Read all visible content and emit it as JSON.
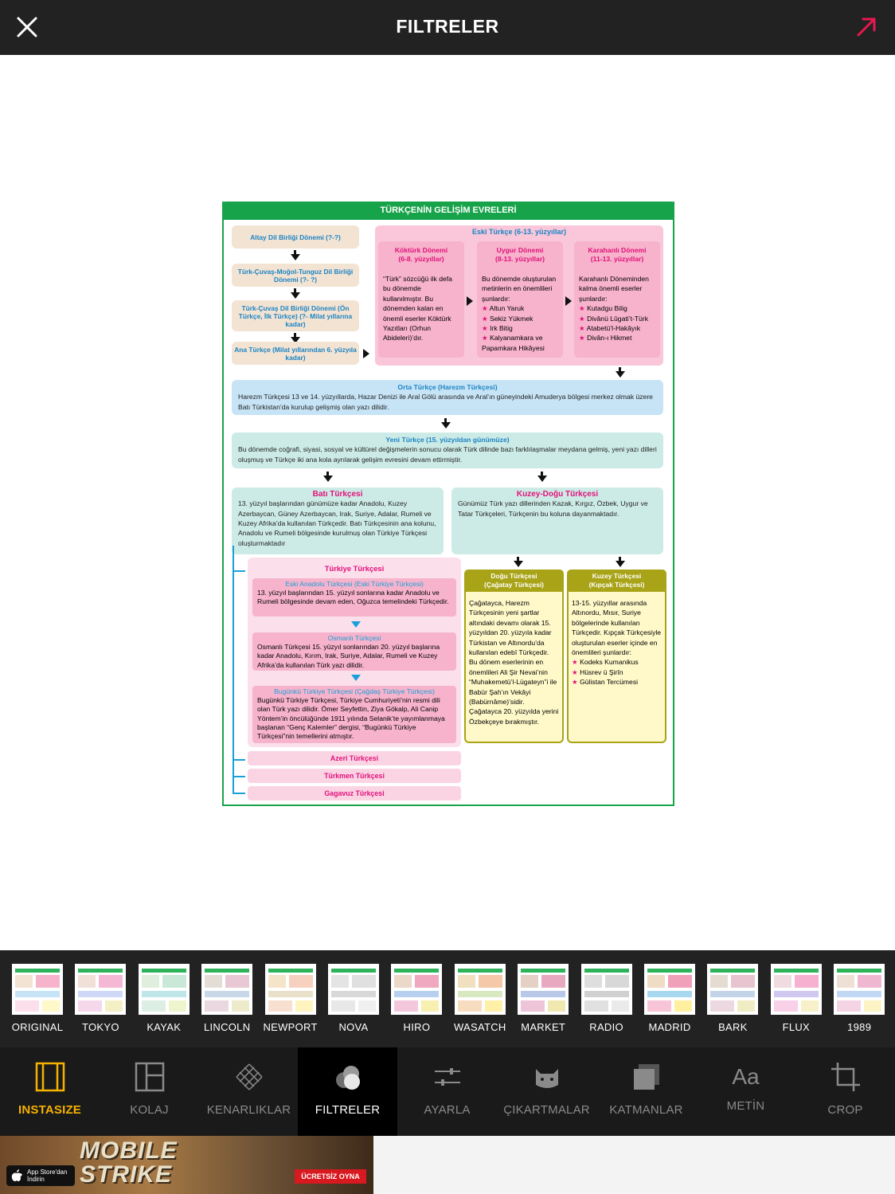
{
  "topbar": {
    "title": "FILTRELER",
    "close_icon": "close-icon",
    "share_icon": "share-arrow-icon",
    "share_color": "#e8184f"
  },
  "doc": {
    "title": "TÜRKÇENİN GELİŞİM EVRELERİ",
    "left": [
      "Altay Dil Birliği Dönemi (?-?)",
      "Türk-Çuvaş-Moğol-Tunguz Dil Birliği Dönemi (?- ?)",
      "Türk-Çuvaş Dil Birliği Dönemi (Ön Türkçe, İlk Türkçe) (?- Milat yıllarına kadar)",
      "Ana Türkçe (Milat yıllarından 6. yüzyıla kadar)"
    ],
    "eski": {
      "heading": "Eski Türkçe (6-13. yüzyıllar)",
      "cols": [
        {
          "h1": "Köktürk Dönemi",
          "h2": "(6-8. yüzyıllar)",
          "text": "“Türk” sözcüğü ilk defa bu dönemde kullanılmıştır. Bu dönemden kalan en önemli eserler Köktürk Yazıtları (Orhun Abideleri)’dır.",
          "items": []
        },
        {
          "h1": "Uygur Dönemi",
          "h2": "(8-13. yüzyıllar)",
          "text": "Bu dönemde oluşturulan metinlerin en önemlileri şunlardır:",
          "items": [
            "Altun Yaruk",
            "Sekiz Yükmek",
            "Irk Bitig",
            "Kalyanamkara ve Papamkara Hikâyesi"
          ]
        },
        {
          "h1": "Karahanlı Dönemi",
          "h2": "(11-13. yüzyıllar)",
          "text": "Karahanlı Döneminden kalma önemli eserler şunlardır:",
          "items": [
            "Kutadgu Bilig",
            "Divânü Lûgati’t-Türk",
            "Atabetü’l-Hakâyık",
            "Divân-ı Hikmet"
          ]
        }
      ]
    },
    "orta": {
      "heading": "Orta Türkçe (Harezm Türkçesi)",
      "text": "Harezm Türkçesi 13 ve 14. yüzyıllarda, Hazar Denizi ile Aral Gölü arasında ve Aral’ın güneyindeki Amuderya bölgesi merkez olmak üzere Batı Türkistan’da kurulup gelişmiş olan yazı dilidir."
    },
    "yeni": {
      "heading": "Yeni Türkçe (15. yüzyıldan günümüze)",
      "text": "Bu dönemde coğrafi, siyasi, sosyal ve kültürel değişmelerin sonucu olarak Türk dilinde bazı farklılaşmalar meydana gelmiş, yeni yazı dilleri oluşmuş ve Türkçe iki ana kola ayrılarak gelişim evresini devam ettirmiştir."
    },
    "bati": {
      "heading": "Batı Türkçesi",
      "text": "13. yüzyıl başlarından günümüze kadar Anadolu, Kuzey Azerbaycan, Güney Azerbaycan, Irak, Suriye, Adalar, Rumeli ve Kuzey Afrika’da kullanılan Türkçedir. Batı Türkçesinin ana kolunu, Anadolu ve Rumeli bölgesinde kurulmuş olan Türkiye Türkçesi oluşturmaktadır"
    },
    "kuzeydogu": {
      "heading": "Kuzey-Doğu Türkçesi",
      "text": "Günümüz Türk yazı dillerinden Kazak, Kırgız, Özbek, Uygur ve Tatar Türkçeleri, Türkçenin bu koluna dayanmaktadır."
    },
    "turkiye": {
      "heading": "Türkiye Türkçesi",
      "subs": [
        {
          "h": "Eski Anadolu Türkçesi (Eski Türkiye Türkçesi)",
          "text": "13. yüzyıl başlarından 15. yüzyıl sonlarına kadar Anadolu ve Rumeli bölgesinde devam eden, Oğuzca temelindeki Türkçedir."
        },
        {
          "h": "Osmanlı Türkçesi",
          "text": "Osmanlı Türkçesi 15. yüzyıl sonlarından 20. yüzyıl başlarına kadar Anadolu, Kırım, Irak, Suriye, Adalar, Rumeli ve Kuzey Afrika’da kullanılan Türk yazı dilidir."
        },
        {
          "h": "Bugünkü Türkiye Türkçesi (Çağdaş Türkiye Türkçesi)",
          "text": "Bugünkü Türkiye Türkçesi, Türkiye Cumhuriyeti’nin resmi dili olan Türk yazı dilidir. Ömer Seyfettin, Ziya Gökalp, Ali Canip Yöntem’in öncülüğünde 1911 yılında Selanik’te yayımlanmaya başlanan “Genç Kalemler” dergisi, “Bugünkü Türkiye Türkçesi”nin temellerini atmıştır."
        }
      ],
      "others": [
        "Azeri Türkçesi",
        "Türkmen Türkçesi",
        "Gagavuz Türkçesi"
      ]
    },
    "dogu": {
      "h1": "Doğu Türkçesi",
      "h2": "(Çağatay Türkçesi)",
      "text": "Çağatayca, Harezm Türkçesinin yeni şartlar altındaki devamı olarak 15. yüzyıldan 20. yüzyıla kadar Türkistan ve Altınordu’da kullanılan edebî Türkçedir. Bu dönem eserlerinin en önemlileri Ali Şir Nevai’nin “Muhakemetü’l-Lügateyn”i ile Babür Şah’ın Vekâyi (Babürnâme)’sidir. Çağatayca 20. yüzyılda yerini Özbekçeye bırakmıştır."
    },
    "kuzey": {
      "h1": "Kuzey Türkçesi",
      "h2": "(Kıpçak Türkçesi)",
      "text": "13-15. yüzyıllar arasında Altınordu, Mısır, Suriye bölgelerinde kullanılan Türkçedir. Kıpçak Türkçesiyle oluşturulan eserler içinde en önemlileri şunlardır:",
      "items": [
        "Kodeks Kumanikus",
        "Hüsrev ü Şirîn",
        "Gülistan Tercümesi"
      ]
    }
  },
  "filters": [
    "ORIGINAL",
    "TOKYO",
    "KAYAK",
    "LINCOLN",
    "NEWPORT",
    "NOVA",
    "HIRO",
    "WASATCH",
    "MARKET",
    "RADIO",
    "MADRID",
    "BARK",
    "FLUX",
    "1989"
  ],
  "tools": [
    "INSTASIZE",
    "KOLAJ",
    "KENARLIKLAR",
    "FILTRELER",
    "AYARLA",
    "ÇIKARTMALAR",
    "KATMANLAR",
    "METİN",
    "CROP"
  ],
  "tool_icons": [
    "instasize-icon",
    "collage-icon",
    "borders-icon",
    "filters-icon",
    "adjust-icon",
    "stickers-icon",
    "layers-icon",
    "text-icon",
    "crop-icon"
  ],
  "text_icon_glyph": "Aa",
  "ad": {
    "title_line1": "MOBILE",
    "title_line2": "STRIKE",
    "store_line1": "App Store'dan",
    "store_line2": "İndirin",
    "cta": "ÜCRETSİZ OYNA"
  },
  "colors": {
    "accent": "#f6b200",
    "doc_green": "#17a34a",
    "heading_pink": "#e2107a",
    "heading_blue": "#1a84c4"
  }
}
